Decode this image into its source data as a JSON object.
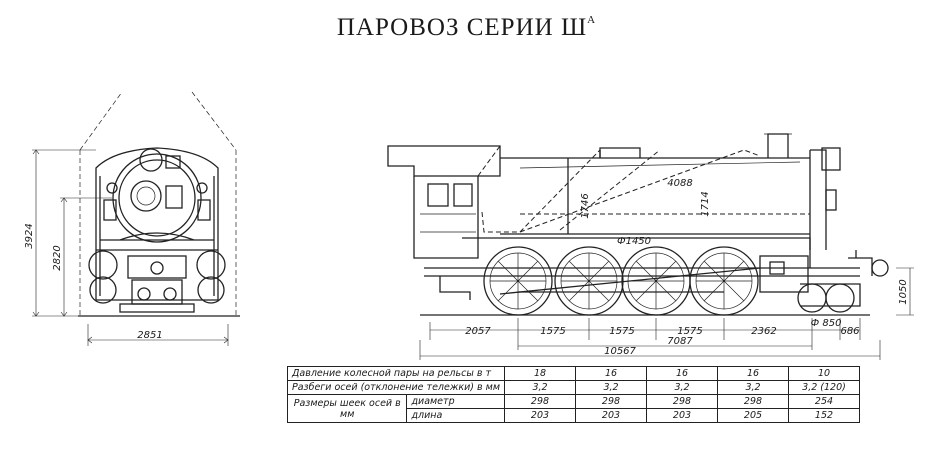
{
  "title": {
    "main": "ПАРОВОЗ СЕРИИ Ш",
    "superscript": "А"
  },
  "front_view": {
    "dimensions": {
      "total_height": "3924",
      "boiler_axis": "2820",
      "width": "2851"
    }
  },
  "side_view": {
    "dimensions": {
      "front_overhang": "2057",
      "axle_spacings": [
        "1575",
        "1575",
        "1575"
      ],
      "rear_spacing": "2362",
      "rear_overhang": "686",
      "bogie_wheel": "Ф 850",
      "coupled_base": "7087",
      "total_length": "10567",
      "buffer_height": "1050",
      "boiler_length": "4088",
      "boiler_d1": "1746",
      "boiler_d2": "1714",
      "driver_wheel": "Ф1450"
    }
  },
  "table": {
    "row_pressure": {
      "label": "Давление колесной пары на рельсы в т",
      "values": [
        "18",
        "16",
        "16",
        "16",
        "10"
      ]
    },
    "row_play": {
      "label": "Разбеги осей (отклонение тележки) в мм",
      "values": [
        "3,2",
        "3,2",
        "3,2",
        "3,2",
        "3,2  (120)"
      ]
    },
    "journal_label": "Размеры шеек осей в мм",
    "row_diameter": {
      "label": "диаметр",
      "values": [
        "298",
        "298",
        "298",
        "298",
        "254"
      ]
    },
    "row_length": {
      "label": "длина",
      "values": [
        "203",
        "203",
        "203",
        "205",
        "152"
      ]
    }
  }
}
